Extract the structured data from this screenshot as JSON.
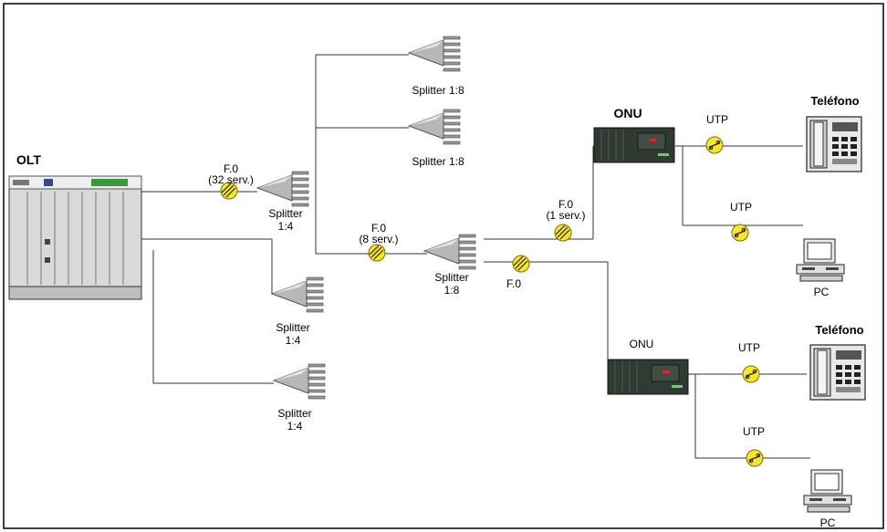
{
  "olt": {
    "label": "OLT"
  },
  "fiber_main": {
    "label": "F.0",
    "sublabel": "(32 serv.)"
  },
  "fiber_mid": {
    "label": "F.0",
    "sublabel": "(8 serv.)"
  },
  "fiber_onu1": {
    "label": "F.0",
    "sublabel": "(1 serv.)"
  },
  "fiber_onu2": {
    "label": "F.0"
  },
  "splitter_main": {
    "label": "Splitter",
    "ratio": "1:4"
  },
  "splitter_top1": {
    "label": "Splitter 1:8"
  },
  "splitter_top2": {
    "label": "Splitter 1:8"
  },
  "splitter_mid": {
    "label": "Splitter",
    "ratio": "1:8"
  },
  "splitter_low1": {
    "label": "Splitter",
    "ratio": "1:4"
  },
  "splitter_low2": {
    "label": "Splitter",
    "ratio": "1:4"
  },
  "onu1": {
    "label": "ONU"
  },
  "onu2": {
    "label": "ONU"
  },
  "utp1": {
    "label": "UTP"
  },
  "utp2": {
    "label": "UTP"
  },
  "utp3": {
    "label": "UTP"
  },
  "utp4": {
    "label": "UTP"
  },
  "phone1": {
    "label": "Teléfono"
  },
  "phone2": {
    "label": "Teléfono"
  },
  "pc1": {
    "label": "PC"
  },
  "pc2": {
    "label": "PC"
  }
}
